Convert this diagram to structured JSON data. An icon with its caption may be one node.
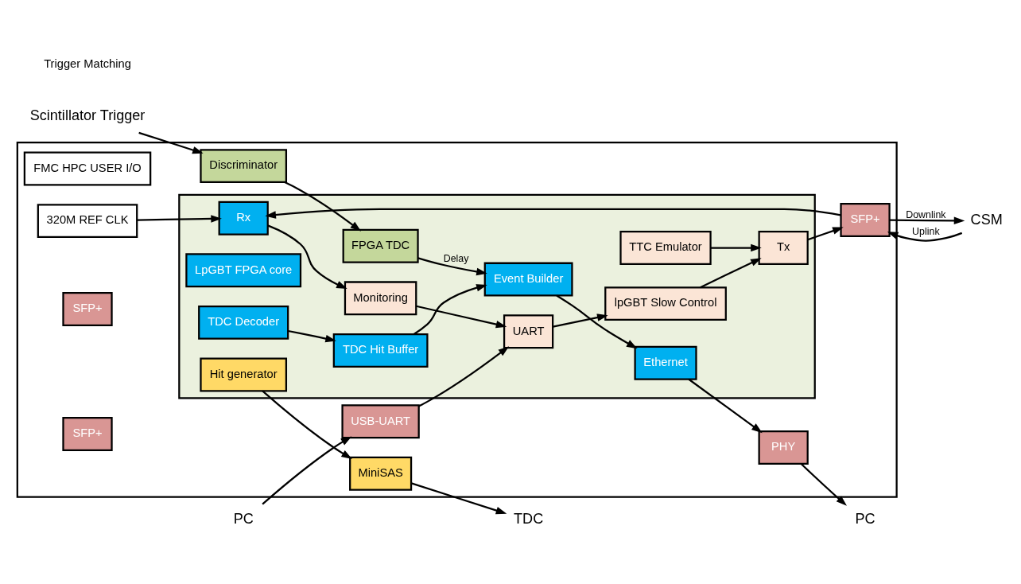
{
  "diagram": {
    "nodes": [
      {
        "text": [
          "Scintillator Trigger"
        ]
      },
      {
        "text": [],
        "shape": "box"
      },
      {
        "text": [
          "FMC HPC USER I/O"
        ],
        "in": 1
      },
      {
        "text": [
          "320M REF CLK"
        ],
        "in": 1
      },
      {
        "text": [
          "Discriminator"
        ],
        "in": 1
      },
      {
        "text": [],
        "shape": "box",
        "in": 1
      },
      {
        "text": [
          "Rx"
        ],
        "in": 5
      },
      {
        "text": [
          "LpGBT FPGA core"
        ],
        "in": 5
      },
      {
        "text": [
          "TDC Decoder"
        ],
        "in": 5
      },
      {
        "text": [
          "FPGA TDC"
        ],
        "in": 5
      },
      {
        "text": [
          "Ethernet"
        ],
        "in": 5
      },
      {
        "text": [
          "TDC Hit Buffer"
        ],
        "in": 5
      },
      {
        "text": [
          "Event Builder"
        ],
        "in": 5
      },
      {
        "text": [
          "Monitoring"
        ],
        "in": 5
      },
      {
        "text": [
          "UART"
        ],
        "in": 5
      },
      {
        "text": [
          "Tx"
        ],
        "in": 5
      },
      {
        "text": [
          "lpGBT Slow Control"
        ],
        "in": 5
      },
      {
        "text": [
          "TTC Emulator"
        ],
        "in": 5
      },
      {
        "text": [
          "Hit generator"
        ],
        "in": 5
      },
      {
        "text": [
          "CSM"
        ]
      },
      {
        "text": [
          "SFP+"
        ],
        "in": 1
      },
      {
        "text": [
          "SFP+"
        ],
        "in": 1
      },
      {
        "text": [
          "SFP+"
        ],
        "in": 1
      },
      {
        "text": [
          "MiniSAS"
        ],
        "in": 1
      },
      {
        "text": [
          "TDC"
        ]
      },
      {
        "text": [
          "PHY"
        ],
        "in": 1
      },
      {
        "text": [
          "PC"
        ]
      },
      {
        "text": [
          "USB-UART"
        ],
        "in": 1
      },
      {
        "text": [
          "PC"
        ]
      }
    ],
    "edges": [
      {
        "from": 0,
        "to": 4,
        "arrow": "to"
      },
      {
        "from": 4,
        "to": 9,
        "arrow": "to"
      },
      {
        "from": 3,
        "to": 6,
        "arrow": "to"
      },
      {
        "from": 19,
        "to": 20,
        "arrow": "to",
        "label": "Uplink"
      },
      {
        "from": 20,
        "to": 19,
        "arrow": "to",
        "label": "Downlink"
      },
      {
        "from": 20,
        "to": 6,
        "arrow": "to"
      },
      {
        "from": 15,
        "to": 20,
        "arrow": "to"
      },
      {
        "from": 8,
        "to": 11,
        "arrow": "to"
      },
      {
        "from": 6,
        "to": 13,
        "arrow": "to"
      },
      {
        "from": 9,
        "to": 12,
        "arrow": "to",
        "label": "Delay"
      },
      {
        "from": 11,
        "to": 12,
        "arrow": "to"
      },
      {
        "from": 12,
        "to": 10,
        "arrow": "to"
      },
      {
        "from": 10,
        "to": 25,
        "arrow": "to"
      },
      {
        "from": 25,
        "to": 26,
        "arrow": "to"
      },
      {
        "from": 13,
        "to": 14,
        "arrow": "to"
      },
      {
        "from": 28,
        "to": 27,
        "arrow": "to"
      },
      {
        "from": 27,
        "to": 14,
        "arrow": "to"
      },
      {
        "from": 14,
        "to": 16,
        "arrow": "to"
      },
      {
        "from": 16,
        "to": 15,
        "arrow": "to"
      },
      {
        "from": 17,
        "to": 15,
        "arrow": "to"
      },
      {
        "from": 18,
        "to": 23,
        "arrow": "to"
      },
      {
        "from": 23,
        "to": 24,
        "arrow": "to"
      }
    ],
    "labels": [
      "Trigger Matching"
    ]
  }
}
